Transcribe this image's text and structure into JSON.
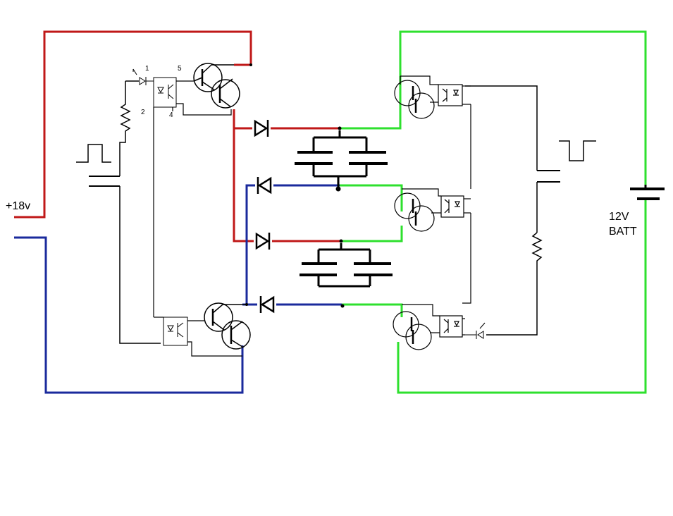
{
  "colors": {
    "red_rail": "#c01818",
    "blue_rail": "#1a2a9c",
    "green_rail": "#2ee02e",
    "component": "#000000",
    "wire_thin": "#333333"
  },
  "labels": {
    "supply_left": "+18v",
    "battery_line1": "12V",
    "battery_line2": "BATT",
    "pin_1": "1",
    "pin_2": "2",
    "pin_4": "4",
    "pin_5": "5"
  },
  "components": {
    "left_side": [
      "pulse-input-high",
      "resistor",
      "optocoupler-top",
      "darlington-top",
      "optocoupler-bottom",
      "darlington-bottom"
    ],
    "center": [
      "diode-1",
      "diode-2",
      "diode-3",
      "diode-4",
      "capacitor-pair-top",
      "capacitor-pair-bottom"
    ],
    "right_side": [
      "optocoupler-darlington-1",
      "optocoupler-darlington-2",
      "optocoupler-darlington-3",
      "pulse-input-low",
      "resistor",
      "led",
      "battery"
    ]
  }
}
